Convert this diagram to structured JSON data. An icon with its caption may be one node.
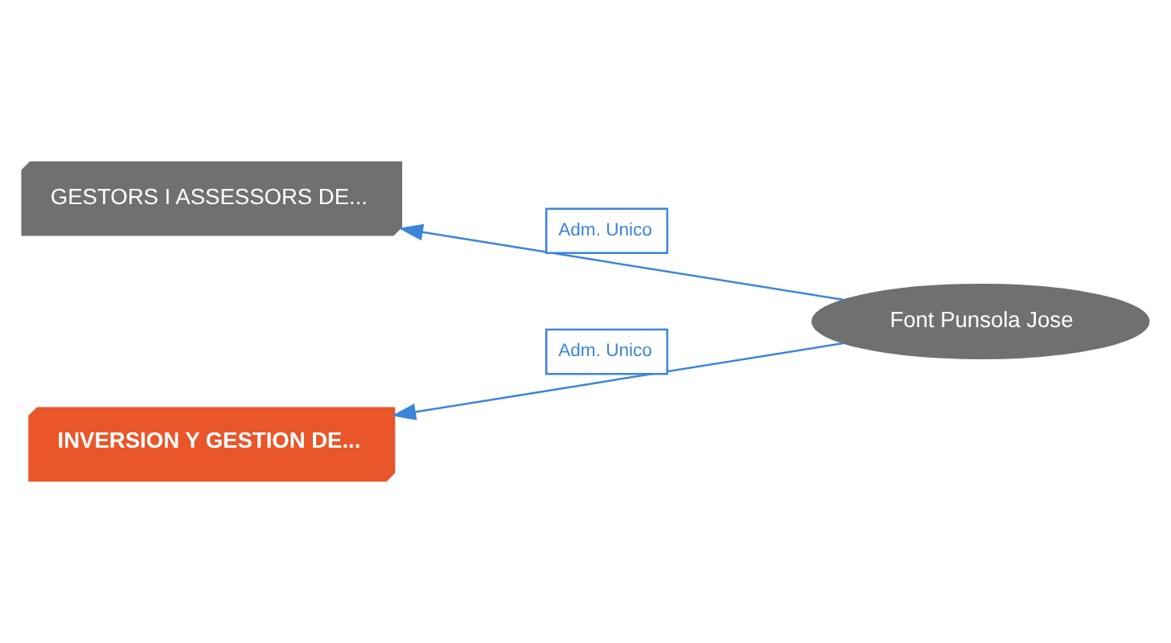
{
  "diagram": {
    "nodes": [
      {
        "text": [
          "GESTORS I ASSESSORS DE..."
        ]
      },
      {
        "text": [
          "Font Punsola Jose"
        ]
      },
      {
        "text": [
          "INVERSION Y GESTION DE..."
        ]
      }
    ],
    "edges": [
      {
        "from": 1,
        "to": 0,
        "arrow": "to",
        "label": "Adm. Unico"
      },
      {
        "from": 1,
        "to": 2,
        "arrow": "to",
        "label": "Adm. Unico"
      }
    ]
  }
}
